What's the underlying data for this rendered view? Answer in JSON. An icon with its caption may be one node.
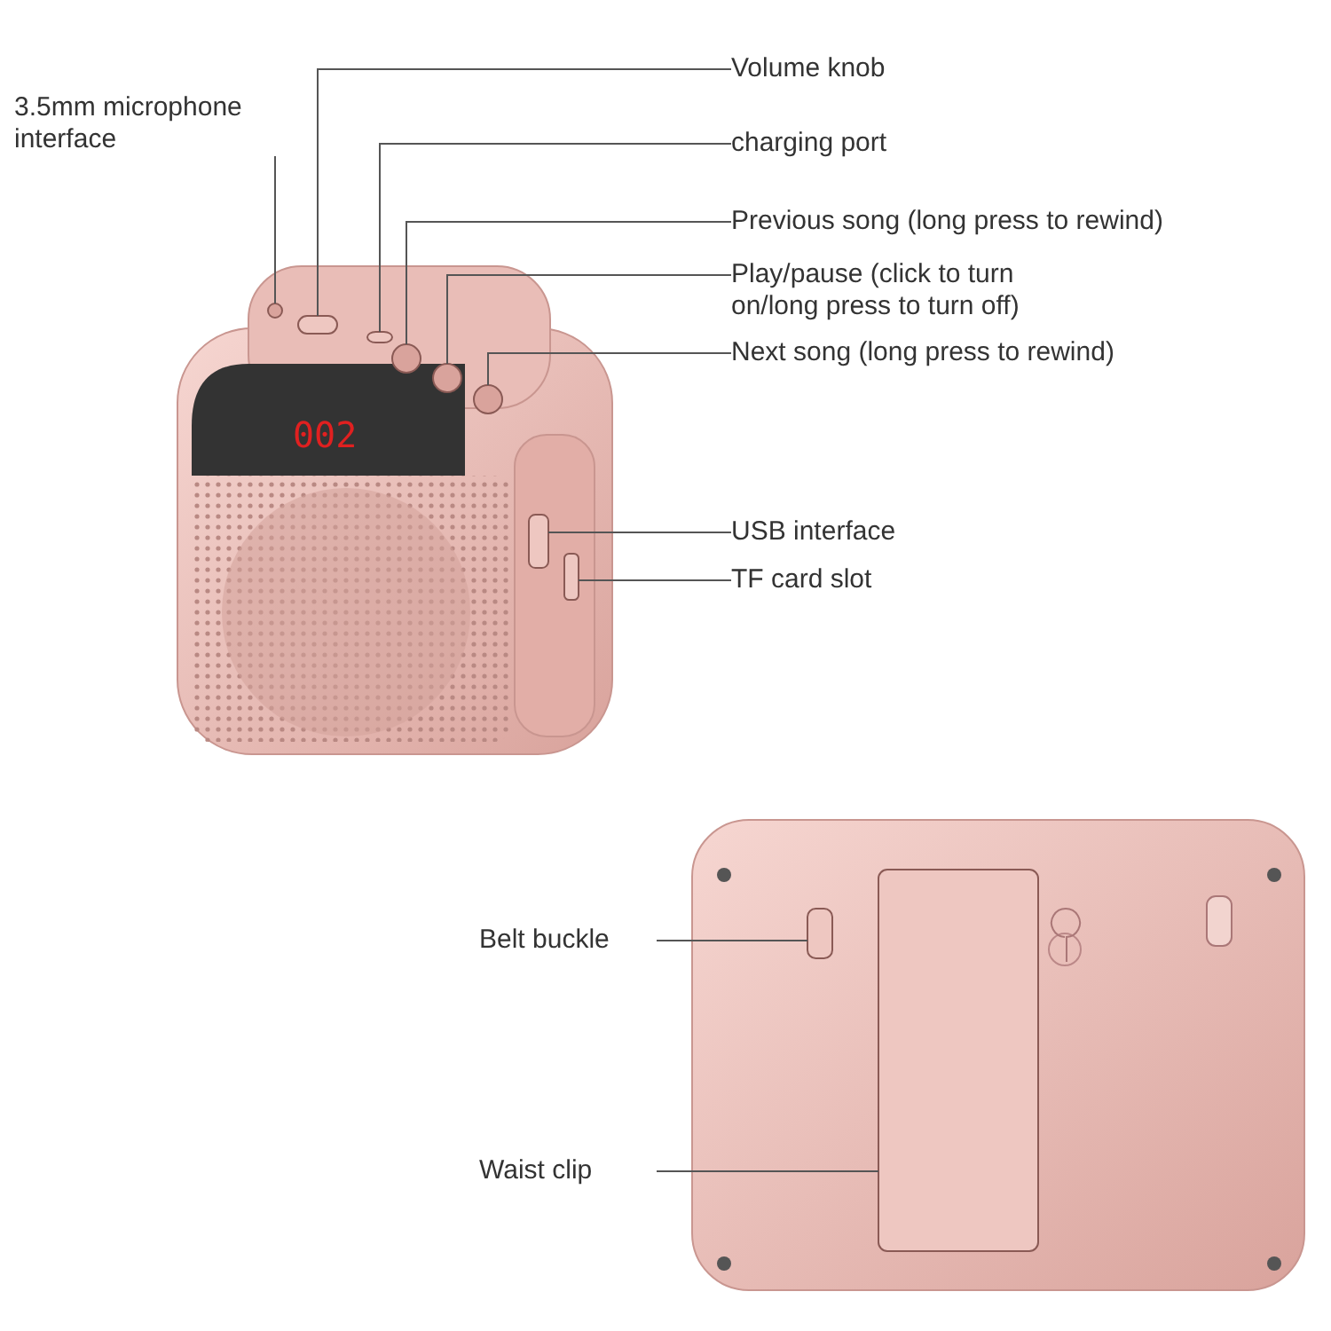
{
  "diagram": {
    "nodes": [
      {
        "text": [
          "3.5mm microphone interface"
        ]
      },
      {
        "text": [
          "Volume knob"
        ]
      },
      {
        "text": [
          "charging port"
        ]
      },
      {
        "text": [
          "Previous song (long press to rewind)"
        ]
      },
      {
        "text": [
          "Play/pause (click to turn on/long press to turn off)"
        ]
      },
      {
        "text": [
          "Next song (long press to rewind)"
        ]
      },
      {
        "text": [
          "USB interface"
        ]
      },
      {
        "text": [
          "TF card slot"
        ]
      },
      {
        "text": [
          "Belt buckle"
        ]
      },
      {
        "text": [
          "Waist clip"
        ]
      },
      {
        "text": [],
        "shape": "circle"
      },
      {
        "text": [],
        "shape": "box"
      },
      {
        "text": [],
        "shape": "box"
      },
      {
        "text": [],
        "shape": "circle"
      },
      {
        "text": [],
        "shape": "circle"
      },
      {
        "text": [],
        "shape": "circle"
      },
      {
        "text": [],
        "shape": "box"
      },
      {
        "text": [],
        "shape": "box"
      },
      {
        "text": [],
        "shape": "box"
      },
      {
        "text": [],
        "shape": "box"
      }
    ],
    "edges": [
      {
        "from": 0,
        "to": 10,
        "arrow": "none"
      },
      {
        "from": 1,
        "to": 11,
        "arrow": "none"
      },
      {
        "from": 2,
        "to": 12,
        "arrow": "none"
      },
      {
        "from": 3,
        "to": 13,
        "arrow": "none"
      },
      {
        "from": 4,
        "to": 14,
        "arrow": "none"
      },
      {
        "from": 5,
        "to": 15,
        "arrow": "none"
      },
      {
        "from": 6,
        "to": 16,
        "arrow": "none"
      },
      {
        "from": 7,
        "to": 17,
        "arrow": "none"
      },
      {
        "from": 8,
        "to": 18,
        "arrow": "none"
      },
      {
        "from": 9,
        "to": 19,
        "arrow": "none"
      }
    ],
    "labels": [
      "002"
    ]
  }
}
